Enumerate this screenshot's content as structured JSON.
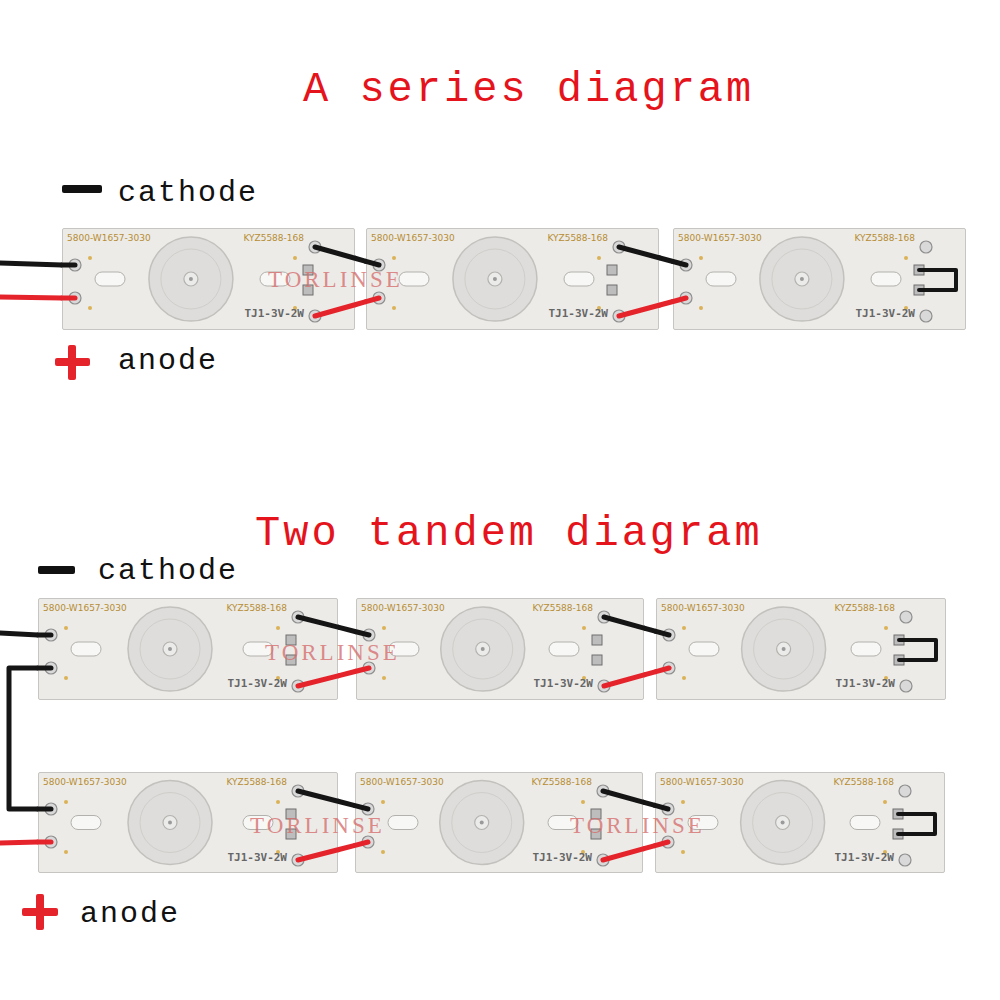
{
  "diagram": {
    "nodes": [
      {
        "text": [
          "5800-W1657-3030",
          "KYZ5588-168",
          "TJ1-3V-2W"
        ]
      },
      {
        "text": [
          "5800-W1657-3030",
          "KYZ5588-168",
          "TJ1-3V-2W"
        ]
      },
      {
        "text": [
          "5800-W1657-3030",
          "KYZ5588-168",
          "TJ1-3V-2W"
        ]
      },
      {
        "text": [
          "5800-W1657-3030",
          "KYZ5588-168",
          "TJ1-3V-2W"
        ]
      },
      {
        "text": [
          "5800-W1657-3030",
          "KYZ5588-168",
          "TJ1-3V-2W"
        ]
      },
      {
        "text": [
          "5800-W1657-3030",
          "KYZ5588-168",
          "TJ1-3V-2W"
        ]
      },
      {
        "text": [
          "5800-W1657-3030",
          "KYZ5588-168",
          "TJ1-3V-2W"
        ]
      },
      {
        "text": [
          "5800-W1657-3030",
          "KYZ5588-168",
          "TJ1-3V-2W"
        ]
      },
      {
        "text": [
          "5800-W1657-3030",
          "KYZ5588-168",
          "TJ1-3V-2W"
        ]
      }
    ],
    "edges": [
      {
        "from": 0,
        "to": 1,
        "arrow": "none"
      },
      {
        "from": 0,
        "to": 1,
        "arrow": "none"
      },
      {
        "from": 1,
        "to": 2,
        "arrow": "none"
      },
      {
        "from": 1,
        "to": 2,
        "arrow": "none"
      },
      {
        "from": 3,
        "to": 4,
        "arrow": "none"
      },
      {
        "from": 3,
        "to": 4,
        "arrow": "none"
      },
      {
        "from": 4,
        "to": 5,
        "arrow": "none"
      },
      {
        "from": 4,
        "to": 5,
        "arrow": "none"
      },
      {
        "from": 3,
        "to": 6,
        "arrow": "none"
      },
      {
        "from": 6,
        "to": 7,
        "arrow": "none"
      },
      {
        "from": 6,
        "to": 7,
        "arrow": "none"
      },
      {
        "from": 7,
        "to": 8,
        "arrow": "none"
      },
      {
        "from": 7,
        "to": 8,
        "arrow": "none"
      }
    ],
    "labels": [
      "A series diagram",
      "cathode",
      "anode",
      "Two tandem diagram",
      "cathode",
      "anode",
      "TORLINSE",
      "TORLINSE",
      "TORLINSE",
      "TORLINSE"
    ]
  }
}
